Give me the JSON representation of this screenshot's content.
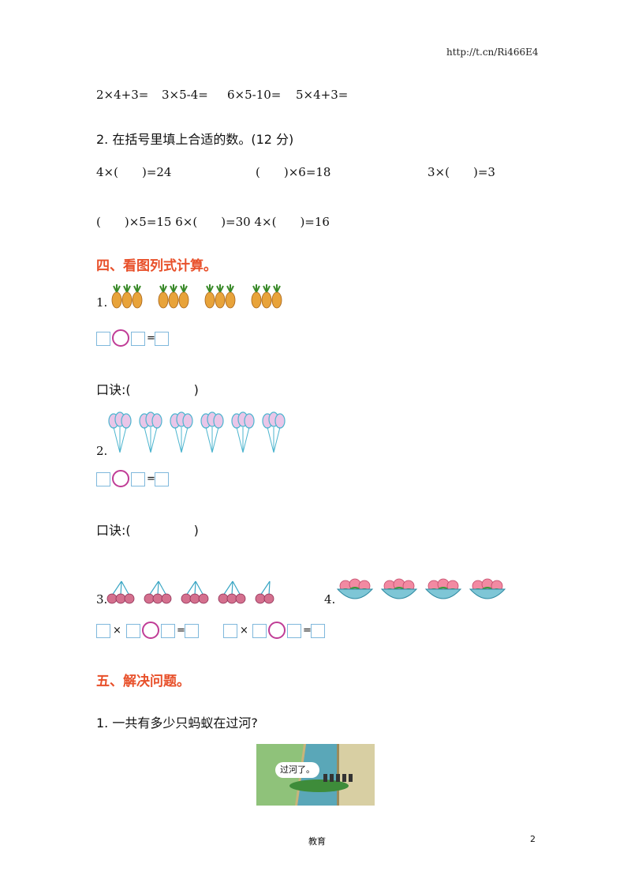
{
  "header": {
    "url": "http://t.cn/Ri466E4"
  },
  "calc_row": [
    "2×4+3=",
    "3×5-4=",
    "6×5-10=",
    "5×4+3="
  ],
  "q2": {
    "title": "2. 在括号里填上合适的数。(12 分)",
    "row1": [
      "4×(　　)=24",
      "(　　)×6=18",
      "3×(　　)=3"
    ],
    "row2": "(　　)×5=15 6×(　　)=30 4×(　　)=16"
  },
  "section4": {
    "title": "四、看图列式计算。",
    "p1_num": "1.",
    "p2_num": "2.",
    "p3_num": "3.",
    "p4_num": "4.",
    "equals": "=",
    "times": "×",
    "koujue1": "口诀:(　　　　　)",
    "koujue2": "口诀:(　　　　　)",
    "icons": [
      "pineapple-icon",
      "balloon-icon",
      "cherry-icon",
      "peach-bowl-icon"
    ]
  },
  "section5": {
    "title": "五、解决问题。",
    "q1": "1. 一共有多少只蚂蚁在过河?",
    "bubble": "过河了。"
  },
  "footer": {
    "center": "教育",
    "page": "2"
  },
  "colors": {
    "section": "#e8502a",
    "box": "#7fb8dc",
    "circle": "#c03c96"
  }
}
